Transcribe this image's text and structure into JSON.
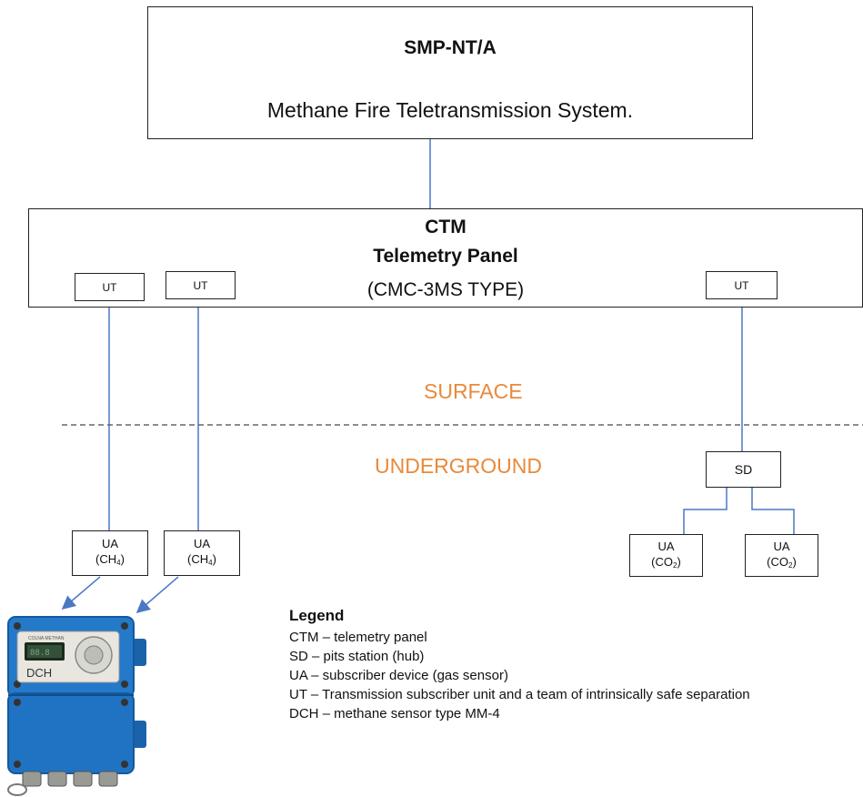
{
  "smp": {
    "title": "SMP-NT/A",
    "subtitle": "Methane Fire Teletransmission System."
  },
  "ctm": {
    "title": "CTM",
    "subtitle": "Telemetry Panel",
    "type": "(CMC-3MS TYPE)"
  },
  "ut_label": "UT",
  "sd_label": "SD",
  "ua_label": "UA",
  "ch4_label": [
    "(CH",
    "4",
    ")"
  ],
  "co2_label": [
    "(CO",
    "2",
    ")"
  ],
  "zones": {
    "surface": "SURFACE",
    "underground": "UNDERGROUND"
  },
  "legend": {
    "title": "Legend",
    "items": [
      "CTM – telemetry panel",
      "SD – pits station (hub)",
      "UA – subscriber device (gas sensor)",
      "UT – Transmission subscriber unit and a team of intrinsically safe separation",
      "DCH – methane sensor type MM-4"
    ]
  },
  "device": {
    "label": "DCH",
    "brand": "COLNA METHAN"
  },
  "colors": {
    "connector": "#4a78c4",
    "zone_text": "#e88a3c",
    "device_body": "#1f73c2",
    "dashed_line": "#666666"
  }
}
